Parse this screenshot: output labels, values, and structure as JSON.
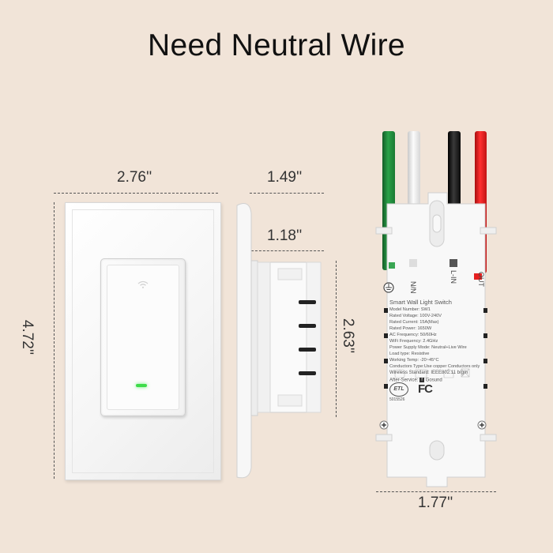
{
  "title": "Need Neutral Wire",
  "dimensions": {
    "front_width": "2.76''",
    "front_height": "4.72''",
    "side_depth": "1.49''",
    "side_inner_depth": "1.18''",
    "side_height": "2.63''",
    "back_width": "1.77''"
  },
  "terminals": {
    "neutral": "N/N",
    "line": "L-IN",
    "out": "OUT"
  },
  "label": {
    "product": "Smart Wall Light Switch",
    "lines": [
      "Model Number: SW1",
      "Rated Voltage: 100V-240V",
      "Rated Current: 15A(Max)",
      "Rated Power: 1650W",
      "AC Frequency: 50/60Hz",
      "WiFi Frequency: 2.4GHz",
      "Power Supply Mode: Neutral+Live Wire",
      "Load type: Resistive",
      "Working Temp: -20~45°C",
      "Conductors Type:Use copper Conductors only",
      "Wireless Standard: IEEE802.11 b/g/n"
    ],
    "after_service_prefix": "After-Service:",
    "after_service_brand": "Gosund",
    "etl_code": "5015526"
  },
  "colors": {
    "background": "#f1e4d8",
    "wire_green": "#1f8a3a",
    "wire_white": "#e8e8e8",
    "wire_black": "#111111",
    "wire_red": "#e52020",
    "led": "#3ddc4a"
  }
}
